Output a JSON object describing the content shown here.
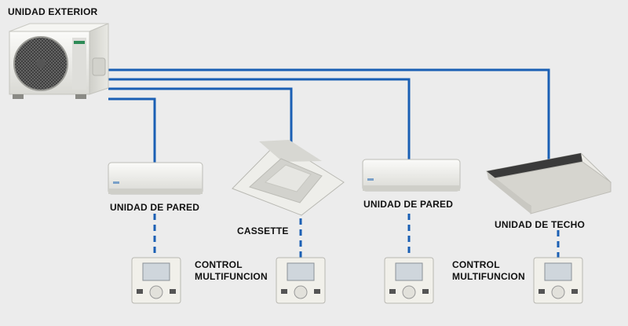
{
  "labels": {
    "outdoor_unit": "UNIDAD EXTERIOR",
    "wall_unit_1": "UNIDAD DE PARED",
    "cassette": "CASSETTE",
    "wall_unit_2": "UNIDAD DE PARED",
    "ceiling_unit": "UNIDAD DE TECHO",
    "control_1_line1": "CONTROL",
    "control_1_line2": "MULTIFUNCION",
    "control_2_line1": "CONTROL",
    "control_2_line2": "MULTIFUNCION"
  },
  "colors": {
    "refrigerant_line": "#1a5fb4",
    "control_line": "#1a5fb4",
    "unit_body": "#f2f2ef",
    "background": "#ececec"
  },
  "icons": {
    "outdoor_unit": "outdoor-unit-icon",
    "wall_unit": "wall-unit-icon",
    "cassette_unit": "cassette-unit-icon",
    "ceiling_unit": "ceiling-unit-icon",
    "controller": "controller-icon"
  }
}
